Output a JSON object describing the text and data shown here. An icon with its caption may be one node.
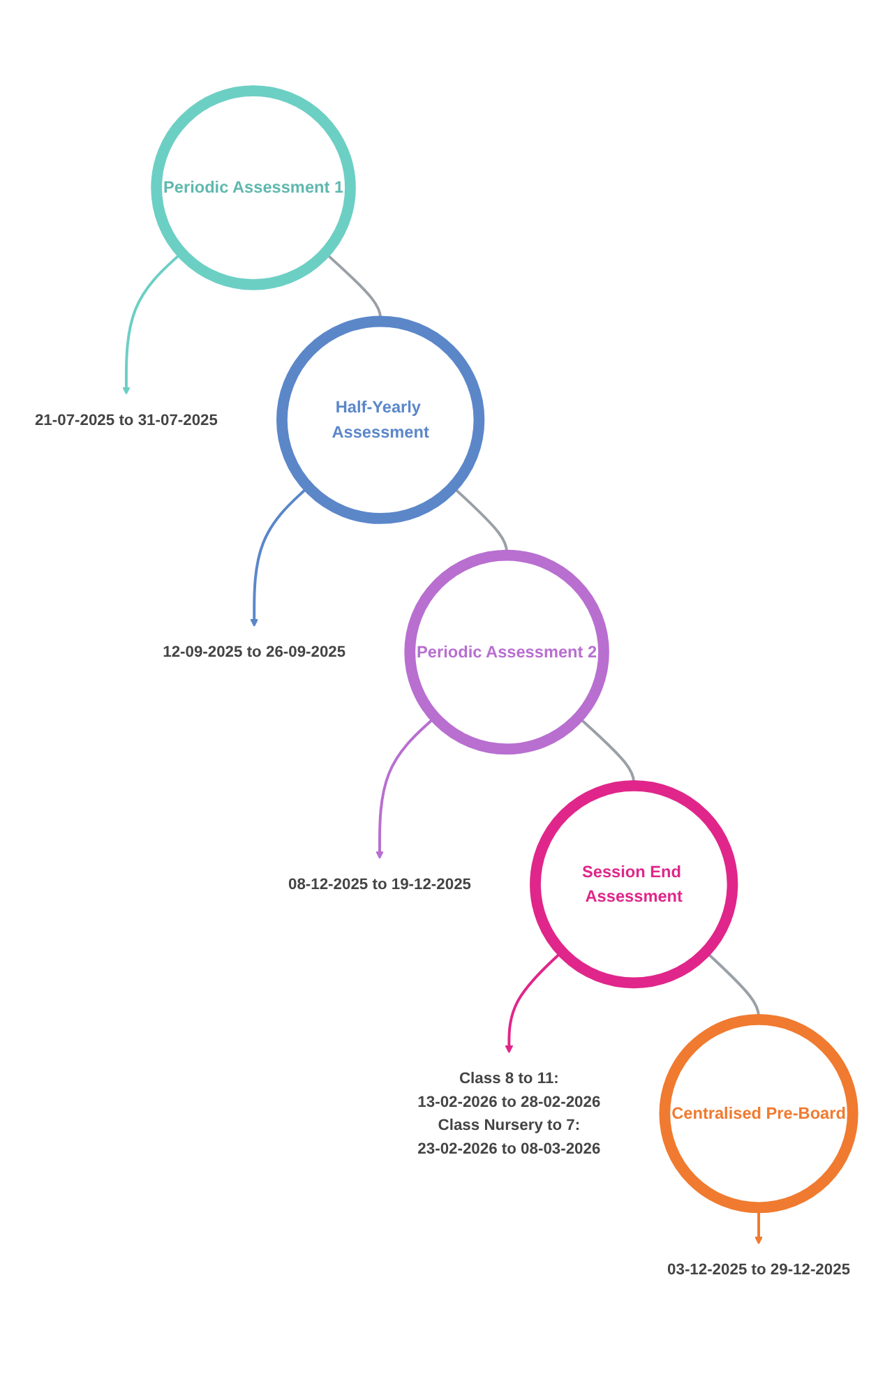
{
  "diagram": {
    "nodes": [
      {
        "text": [
          "Periodic Assessment 1"
        ]
      },
      {
        "text": [
          "21-07-2025 to 31-07-2025"
        ]
      },
      {
        "text": [
          "Half-Yearly Assessment"
        ]
      },
      {
        "text": [
          "12-09-2025 to 26-09-2025"
        ]
      },
      {
        "text": [
          "Periodic Assessment 2"
        ]
      },
      {
        "text": [
          "08-12-2025 to 19-12-2025"
        ]
      },
      {
        "text": [
          "Session End Assessment"
        ]
      },
      {
        "text": [
          "Class 8 to 11:",
          "13-02-2026 to 28-02-2026",
          "Class Nursery to 7:",
          "23-02-2026 to 08-03-2026"
        ]
      },
      {
        "text": [
          "Centralised Pre-Board"
        ]
      },
      {
        "text": [
          "03-12-2025 to 29-12-2025"
        ]
      }
    ],
    "edges": [
      {
        "from": 0,
        "to": 1,
        "arrow": "to",
        "color": "#6ccfc4"
      },
      {
        "from": 0,
        "to": 2,
        "arrow": "none"
      },
      {
        "from": 2,
        "to": 3,
        "arrow": "to",
        "color": "#5b87c9"
      },
      {
        "from": 2,
        "to": 4,
        "arrow": "none"
      },
      {
        "from": 4,
        "to": 5,
        "arrow": "to",
        "color": "#b86fd0"
      },
      {
        "from": 4,
        "to": 6,
        "arrow": "none"
      },
      {
        "from": 6,
        "to": 7,
        "arrow": "to",
        "color": "#e0268a"
      },
      {
        "from": 6,
        "to": 8,
        "arrow": "none"
      },
      {
        "from": 8,
        "to": 9,
        "arrow": "to",
        "color": "#f07a2f"
      }
    ]
  }
}
